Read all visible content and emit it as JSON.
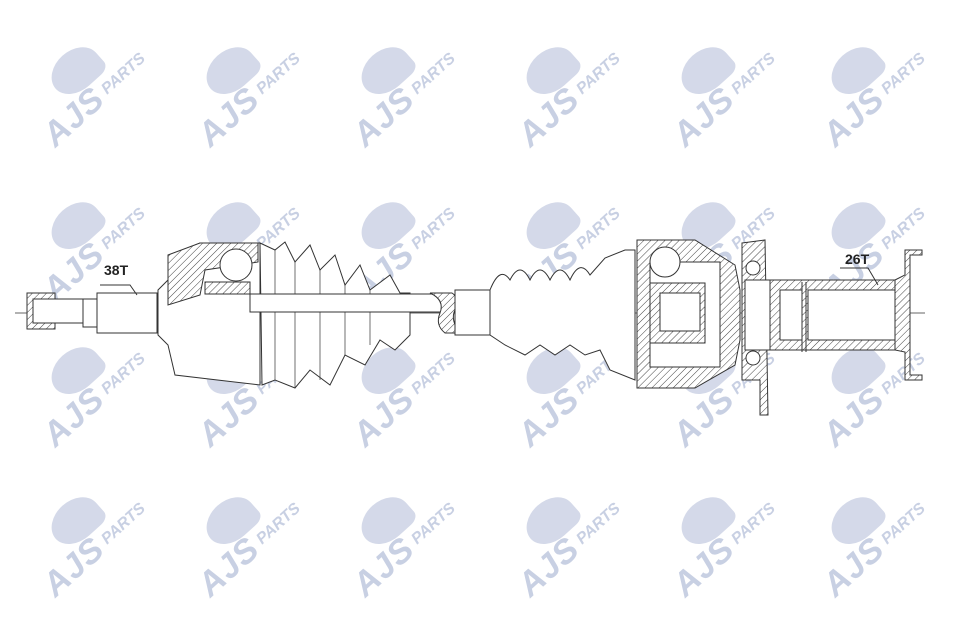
{
  "watermark": {
    "brand": "AJS",
    "suffix": "PARTS",
    "color": "#c3cbe0"
  },
  "labels": {
    "outer_spline": "38T",
    "inner_spline": "26T"
  },
  "line_color": "#333333"
}
